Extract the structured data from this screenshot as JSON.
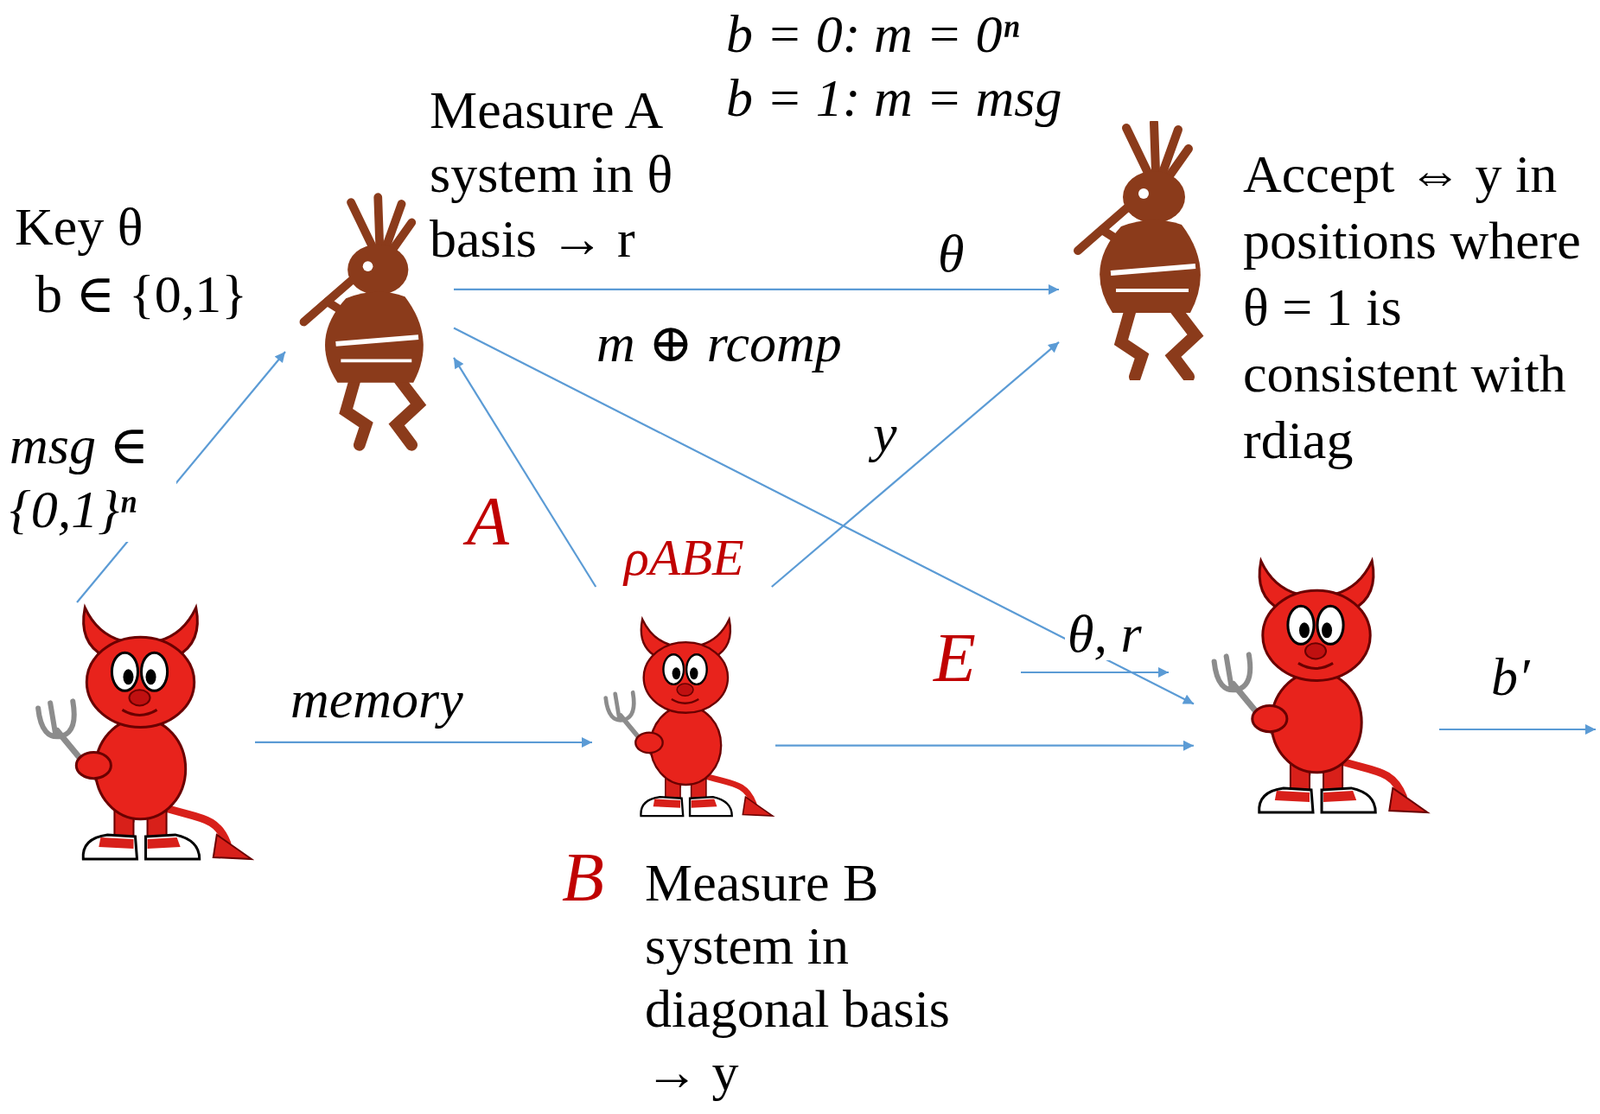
{
  "diagram": {
    "nodes": [
      {
        "text": [
          "Key θ",
          "b ∈ {0,1}",
          "Measure A system in θ basis → r"
        ]
      },
      {
        "text": [
          "Accept ⇔ y in positions where θ = 1 is consistent with rdiag"
        ]
      },
      {
        "text": []
      },
      {
        "text": [
          "ρABE",
          "B",
          "Measure B system in diagonal basis → y"
        ]
      },
      {
        "text": []
      }
    ],
    "edges": [
      {
        "from": 2,
        "to": 0,
        "arrow": "to",
        "label": "msg ∈ {0,1}ⁿ"
      },
      {
        "from": 2,
        "to": 3,
        "arrow": "to",
        "label": "memory"
      },
      {
        "from": 3,
        "to": 0,
        "arrow": "to",
        "label": "A"
      },
      {
        "from": 0,
        "to": 1,
        "arrow": "to",
        "label": "θ"
      },
      {
        "from": 3,
        "to": 1,
        "arrow": "to",
        "label": "y"
      },
      {
        "from": 0,
        "to": 4,
        "arrow": "to",
        "label": "m ⊕ rcomp"
      },
      {
        "from": 3,
        "to": 4,
        "arrow": "to",
        "label": "E"
      }
    ],
    "labels": [
      "b = 0: m = 0ⁿ",
      "b = 1: m = msg",
      "θ, r",
      "b′"
    ]
  }
}
